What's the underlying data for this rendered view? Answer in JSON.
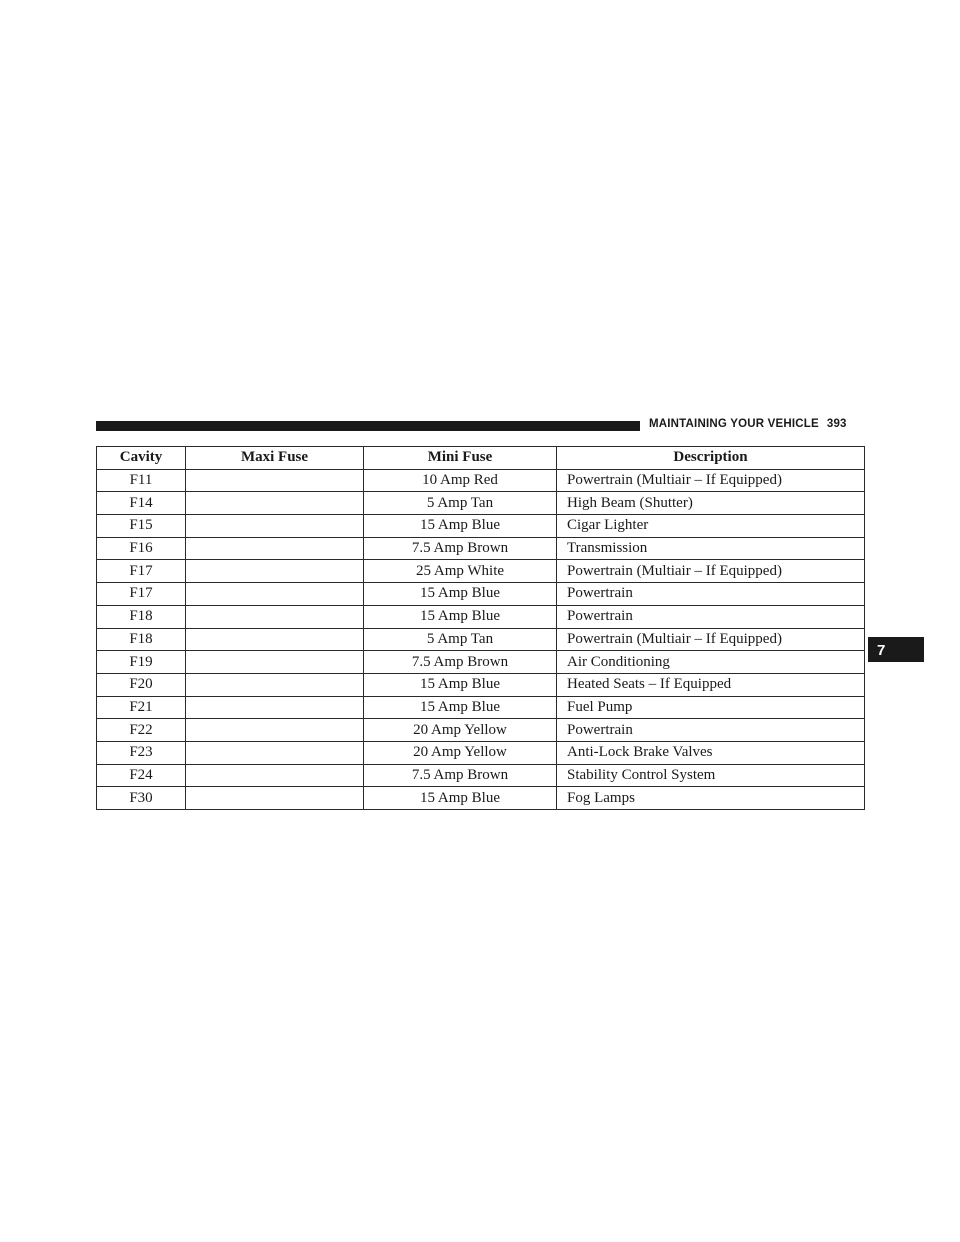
{
  "header": {
    "section_title": "MAINTAINING YOUR VEHICLE",
    "page_number": "393"
  },
  "chapter_tab": "7",
  "table": {
    "columns": [
      "Cavity",
      "Maxi Fuse",
      "Mini Fuse",
      "Description"
    ],
    "rows": [
      {
        "cavity": "F11",
        "maxi": "",
        "mini": "10 Amp Red",
        "description": "Powertrain (Multiair – If Equipped)"
      },
      {
        "cavity": "F14",
        "maxi": "",
        "mini": "5 Amp Tan",
        "description": "High Beam (Shutter)"
      },
      {
        "cavity": "F15",
        "maxi": "",
        "mini": "15 Amp Blue",
        "description": "Cigar Lighter"
      },
      {
        "cavity": "F16",
        "maxi": "",
        "mini": "7.5 Amp Brown",
        "description": "Transmission"
      },
      {
        "cavity": "F17",
        "maxi": "",
        "mini": "25 Amp White",
        "description": "Powertrain (Multiair – If Equipped)"
      },
      {
        "cavity": "F17",
        "maxi": "",
        "mini": "15 Amp Blue",
        "description": "Powertrain"
      },
      {
        "cavity": "F18",
        "maxi": "",
        "mini": "15 Amp Blue",
        "description": "Powertrain"
      },
      {
        "cavity": "F18",
        "maxi": "",
        "mini": "5 Amp Tan",
        "description": "Powertrain (Multiair – If Equipped)"
      },
      {
        "cavity": "F19",
        "maxi": "",
        "mini": "7.5 Amp Brown",
        "description": "Air Conditioning"
      },
      {
        "cavity": "F20",
        "maxi": "",
        "mini": "15 Amp Blue",
        "description": "Heated Seats – If Equipped"
      },
      {
        "cavity": "F21",
        "maxi": "",
        "mini": "15 Amp Blue",
        "description": "Fuel Pump"
      },
      {
        "cavity": "F22",
        "maxi": "",
        "mini": "20 Amp Yellow",
        "description": "Powertrain"
      },
      {
        "cavity": "F23",
        "maxi": "",
        "mini": "20 Amp Yellow",
        "description": "Anti-Lock Brake Valves"
      },
      {
        "cavity": "F24",
        "maxi": "",
        "mini": "7.5 Amp Brown",
        "description": "Stability Control System"
      },
      {
        "cavity": "F30",
        "maxi": "",
        "mini": "15 Amp Blue",
        "description": "Fog Lamps"
      }
    ]
  }
}
